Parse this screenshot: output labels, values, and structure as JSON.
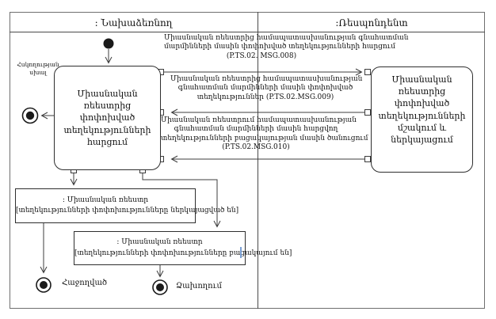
{
  "lanes": {
    "initiator": ": Նախաձեռնող",
    "respondent": ":Ռեսպոնդենտ"
  },
  "activities": {
    "request": "Միասնական ռեեստրից փոփոխված տեղեկությունների հարցում",
    "process": "Միասնական ռեեստրից փոփոխված տեղեկությունների մշակում և ներկայացում"
  },
  "messages": [
    {
      "lines": [
        "Միասնական ռեեստրից համապատասխանության գնահատման",
        "մարմինների մասին փոփոխված տեղեկությունների հարցում",
        "(P.TS.02. MSG.008)"
      ]
    },
    {
      "lines": [
        "Միասնական ռեեստրից համապատասխանության",
        "գնահատման մարմինների մասին փոփոխված",
        "տեղեկություններ (P.TS.02.MSG.009)"
      ]
    },
    {
      "lines": [
        "Միասնական ռեեստրում համապատասխանության",
        "գնահատման մարմինների մասին հարցվող",
        "տեղեկությունների բացակայության մասին ծանուցում",
        "(P.TS.02.MSG.010)"
      ]
    }
  ],
  "objects": {
    "presented": {
      "title": ": Միասնական ռեեստր",
      "state": "[տեղեկությունների փոփոխությունները ներկայացված են]"
    },
    "absent": {
      "title": ": Միասնական ռեեստր",
      "state": "[տեղեկությունների փոփոխությունները բացակայում են]"
    }
  },
  "final_states": {
    "control_error_line1": "Հսկողության",
    "control_error_line2": "սխալ",
    "success": "Հաջողված",
    "failure": "Ձախողում"
  },
  "colors": {
    "line": "#3c3c3c",
    "node_fill": "#1a1a1a",
    "cursor": "#7aa0d4"
  }
}
